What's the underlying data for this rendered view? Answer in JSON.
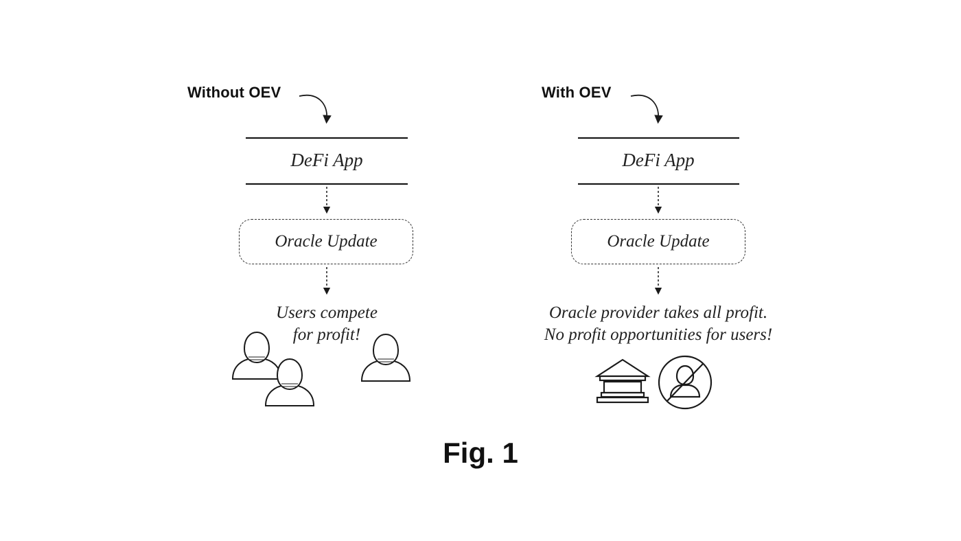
{
  "left_panel": {
    "title": "Without OEV",
    "app_label": "DeFi App",
    "oracle_label": "Oracle Update",
    "caption_line1": "Users compete",
    "caption_line2": "for profit!"
  },
  "right_panel": {
    "title": "With OEV",
    "app_label": "DeFi App",
    "oracle_label": "Oracle Update",
    "caption_line1": "Oracle provider takes all profit.",
    "caption_line2": "No profit opportunities for users!"
  },
  "figure_label": "Fig. 1",
  "icons": {
    "left": [
      "user-icon",
      "user-icon",
      "user-icon"
    ],
    "right": [
      "bank-icon",
      "no-user-icon"
    ]
  },
  "colors": {
    "ink": "#1a1a1a",
    "background": "#ffffff"
  }
}
